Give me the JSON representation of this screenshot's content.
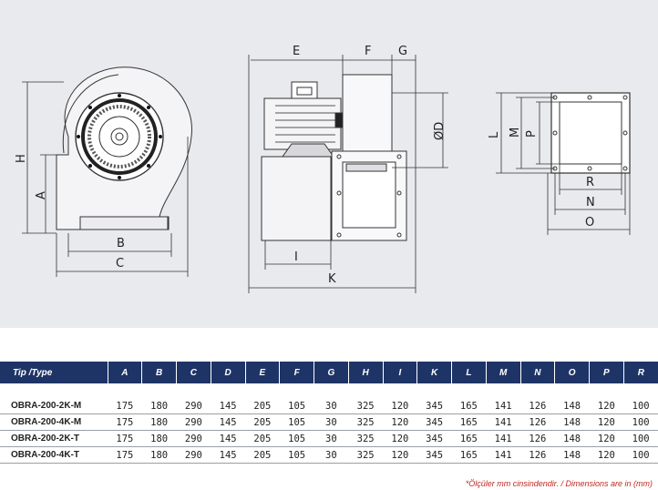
{
  "drawing": {
    "labels": {
      "A": "A",
      "B": "B",
      "C": "C",
      "H": "H",
      "E": "E",
      "F": "F",
      "G": "G",
      "D": "ØD",
      "I": "I",
      "K": "K",
      "L": "L",
      "M": "M",
      "P": "P",
      "R": "R",
      "N": "N",
      "O": "O"
    }
  },
  "table": {
    "headers": [
      "Tip /Type",
      "A",
      "B",
      "C",
      "D",
      "E",
      "F",
      "G",
      "H",
      "I",
      "K",
      "L",
      "M",
      "N",
      "O",
      "P",
      "R"
    ],
    "rows": [
      [
        "OBRA-200-2K-M",
        "175",
        "180",
        "290",
        "145",
        "205",
        "105",
        "30",
        "325",
        "120",
        "345",
        "165",
        "141",
        "126",
        "148",
        "120",
        "100"
      ],
      [
        "OBRA-200-4K-M",
        "175",
        "180",
        "290",
        "145",
        "205",
        "105",
        "30",
        "325",
        "120",
        "345",
        "165",
        "141",
        "126",
        "148",
        "120",
        "100"
      ],
      [
        "OBRA-200-2K-T",
        "175",
        "180",
        "290",
        "145",
        "205",
        "105",
        "30",
        "325",
        "120",
        "345",
        "165",
        "141",
        "126",
        "148",
        "120",
        "100"
      ],
      [
        "OBRA-200-4K-T",
        "175",
        "180",
        "290",
        "145",
        "205",
        "105",
        "30",
        "325",
        "120",
        "345",
        "165",
        "141",
        "126",
        "148",
        "120",
        "100"
      ]
    ]
  },
  "footnote": "*Ölçüler mm cinsindendir. / Dimensions are in (mm)"
}
